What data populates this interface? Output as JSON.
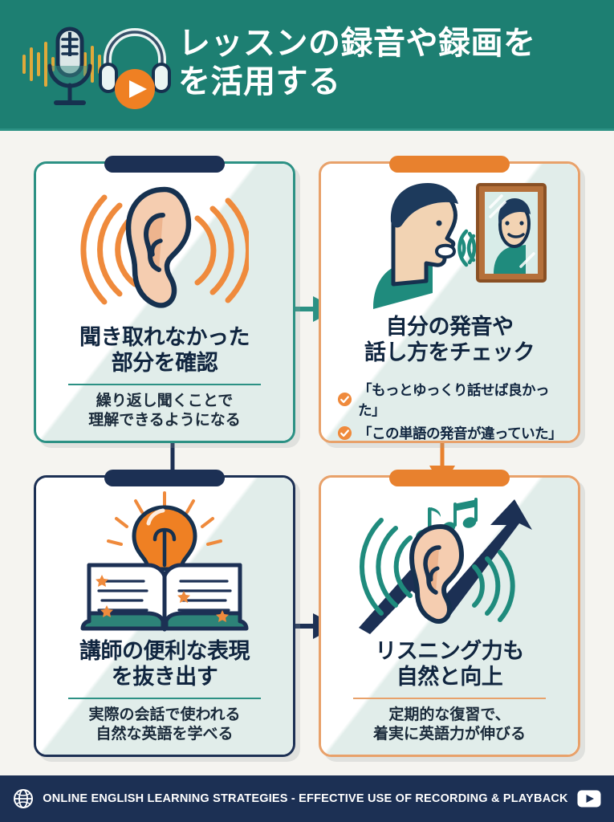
{
  "header": {
    "title_line1": "レッスンの録音や録画を",
    "title_line2": "を活用する",
    "background_color": "#1d7f72",
    "icon_microphone": "microphone-icon",
    "icon_headphones": "headphones-icon",
    "icon_play": "play-button-icon"
  },
  "cards": [
    {
      "id": "card-1",
      "accent_color": "#2c9184",
      "tab_color": "#1c3054",
      "icon": "ear-with-soundwaves-icon",
      "title_line1": "聞き取れなかった",
      "title_line2": "部分を確認",
      "sub_line1": "繰り返し聞くことで",
      "sub_line2": "理解できるようになる"
    },
    {
      "id": "card-2",
      "accent_color": "#e8812e",
      "tab_color": "#e8812e",
      "icon": "person-mirror-icon",
      "title_line1": "自分の発音や",
      "title_line2": "話し方をチェック",
      "bullets": [
        "「もっとゆっくり話せば良かった」",
        "「この単語の発音が違っていた」"
      ]
    },
    {
      "id": "card-3",
      "accent_color": "#1c3054",
      "tab_color": "#1c3054",
      "icon": "lightbulb-book-icon",
      "title_line1": "講師の便利な表現",
      "title_line2": "を抜き出す",
      "sub_line1": "実際の会話で使われる",
      "sub_line2": "自然な英語を学べる"
    },
    {
      "id": "card-4",
      "accent_color": "#e8812e",
      "tab_color": "#e8812e",
      "icon": "ear-growth-arrow-icon",
      "title_line1": "リスニング力も",
      "title_line2": "自然と向上",
      "sub_line1": "定期的な復習で、",
      "sub_line2": "着実に英語力が伸びる"
    }
  ],
  "connectors": [
    {
      "name": "connector-card1-to-card2",
      "color": "#2c9184",
      "direction": "right"
    },
    {
      "name": "connector-card1-to-card3",
      "color": "#1c3054",
      "direction": "down"
    },
    {
      "name": "connector-card2-to-card4",
      "color": "#e8812e",
      "direction": "down"
    },
    {
      "name": "connector-card3-to-card4",
      "color": "#1c3054",
      "direction": "right"
    }
  ],
  "footer": {
    "text": "ONLINE ENGLISH LEARNING STRATEGIES - EFFECTIVE USE OF RECORDING & PLAYBACK",
    "icon_globe": "globe-icon",
    "icon_play": "play-button-icon",
    "background_color": "#1c3054"
  }
}
